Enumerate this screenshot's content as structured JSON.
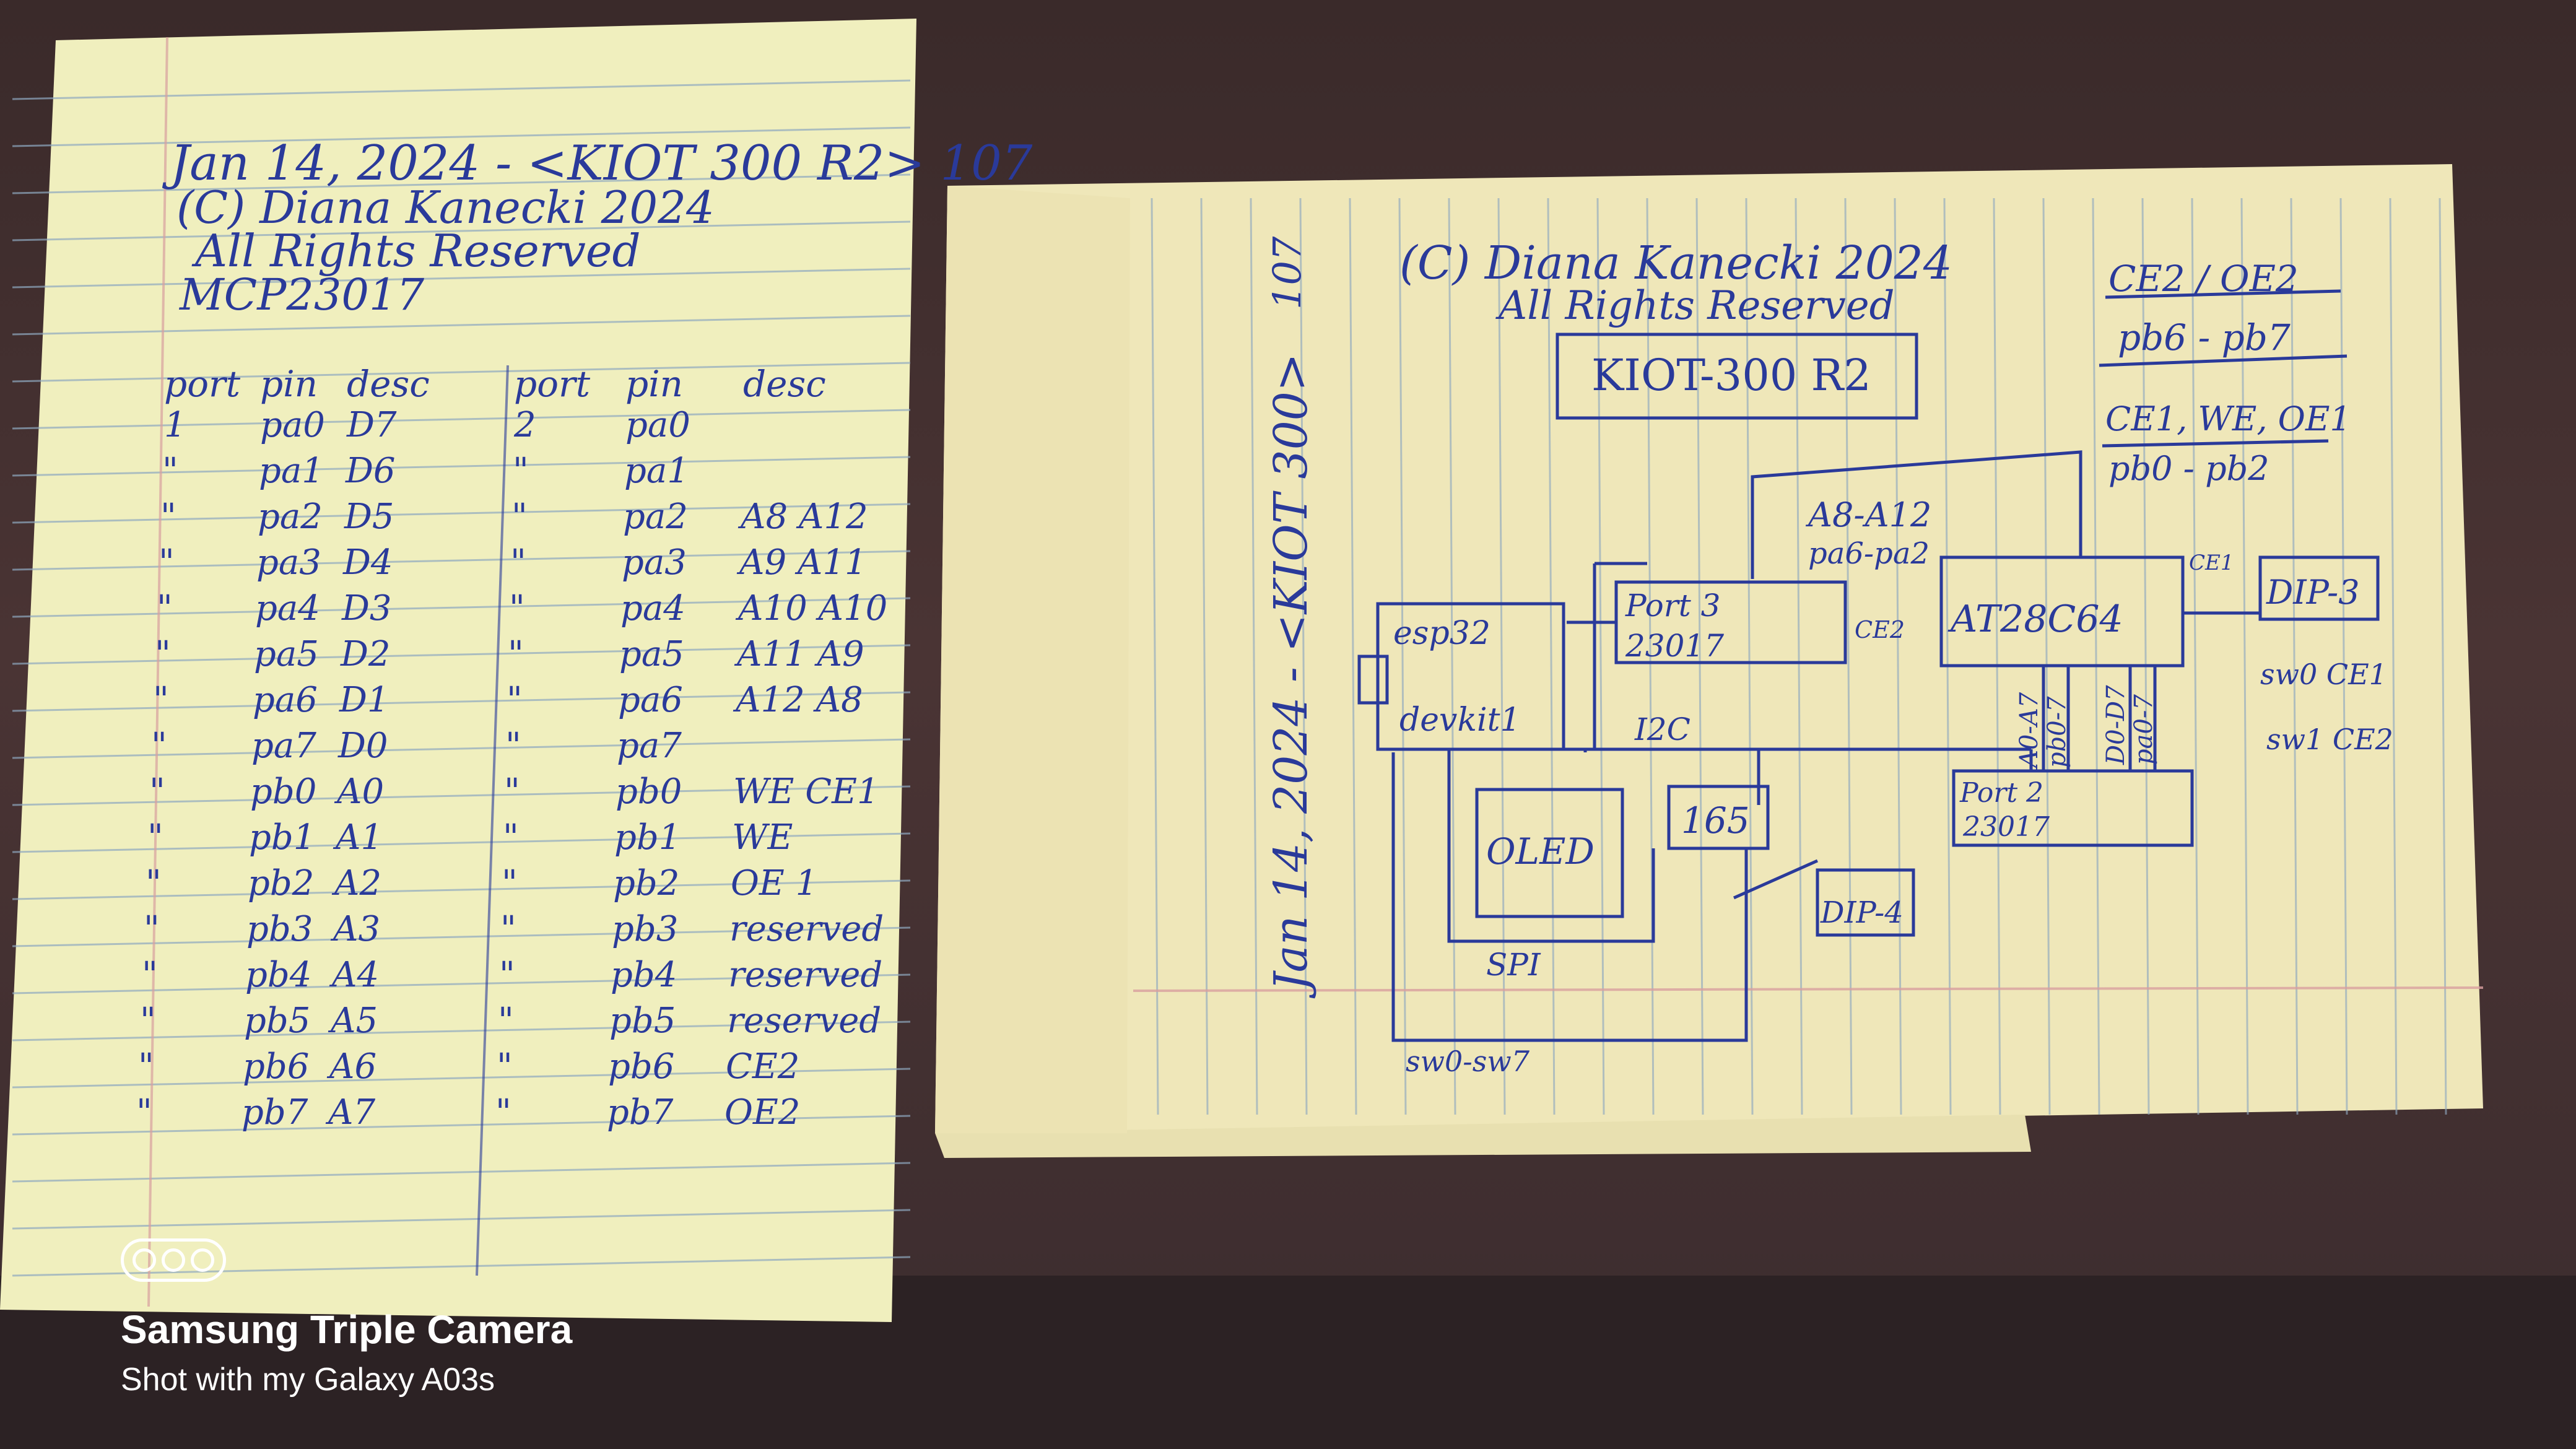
{
  "left_sheet": {
    "header": [
      "Jan 14, 2024 - <KIOT 300 R2> 107",
      "(C) Diana Kanecki 2024",
      "All Rights Reserved",
      "MCP23017"
    ],
    "columns": [
      "port",
      "pin",
      "desc",
      "port",
      "pin",
      "desc"
    ],
    "rows": [
      [
        "1",
        "pa0",
        "D7",
        "2",
        "pa0",
        ""
      ],
      [
        "\"",
        "pa1",
        "D6",
        "\"",
        "pa1",
        ""
      ],
      [
        "\"",
        "pa2",
        "D5",
        "\"",
        "pa2",
        "A8 A12"
      ],
      [
        "\"",
        "pa3",
        "D4",
        "\"",
        "pa3",
        "A9 A11"
      ],
      [
        "\"",
        "pa4",
        "D3",
        "\"",
        "pa4",
        "A10 A10"
      ],
      [
        "\"",
        "pa5",
        "D2",
        "\"",
        "pa5",
        "A11 A9"
      ],
      [
        "\"",
        "pa6",
        "D1",
        "\"",
        "pa6",
        "A12 A8"
      ],
      [
        "\"",
        "pa7",
        "D0",
        "\"",
        "pa7",
        ""
      ],
      [
        "\"",
        "pb0",
        "A0",
        "\"",
        "pb0",
        "WE CE1"
      ],
      [
        "\"",
        "pb1",
        "A1",
        "\"",
        "pb1",
        "WE"
      ],
      [
        "\"",
        "pb2",
        "A2",
        "\"",
        "pb2",
        "OE 1"
      ],
      [
        "\"",
        "pb3",
        "A3",
        "\"",
        "pb3",
        "reserved"
      ],
      [
        "\"",
        "pb4",
        "A4",
        "\"",
        "pb4",
        "reserved"
      ],
      [
        "\"",
        "pb5",
        "A5",
        "\"",
        "pb5",
        "reserved"
      ],
      [
        "\"",
        "pb6",
        "A6",
        "\"",
        "pb6",
        "CE2"
      ],
      [
        "\"",
        "pb7",
        "A7",
        "\"",
        "pb7",
        "OE2"
      ]
    ]
  },
  "right_sheet": {
    "side_title": "Jan 14, 2024 - <KIOT 300>",
    "page_number": "107",
    "copyright": "(C) Diana Kanecki 2024",
    "rights": "All Rights Reserved",
    "title_box": "KIOT-300 R2",
    "notes": [
      "CE2 / OE2",
      "pb6 - pb7",
      "CE1, WE, OE1",
      "pb0 - pb2"
    ],
    "blocks": {
      "esp32": [
        "esp32",
        "devkit1"
      ],
      "port3": [
        "Port 3",
        "23017"
      ],
      "at28": "AT28C64",
      "dip3": "DIP-3",
      "port2": [
        "Port 2",
        "23017"
      ],
      "oled": "OLED",
      "ic165": "165",
      "dip4": "DIP-4"
    },
    "labels": {
      "a8a12": "A8-A12",
      "pa6pa2": "pa6-pa2",
      "ce2": "CE2",
      "ce1": "CE1",
      "i2c": "I2C",
      "spi": "SPI",
      "sw": "sw0-sw7",
      "sw0": "sw0 CE1",
      "sw1": "sw1 CE2",
      "a0a7": "A0-A7",
      "pb0pb7": "pb0-7",
      "d0d7": "D0-D7",
      "pa0pa7": "pa0-7"
    }
  },
  "watermark": {
    "title": "Samsung Triple Camera",
    "subtitle": "Shot with my Galaxy A03s"
  }
}
